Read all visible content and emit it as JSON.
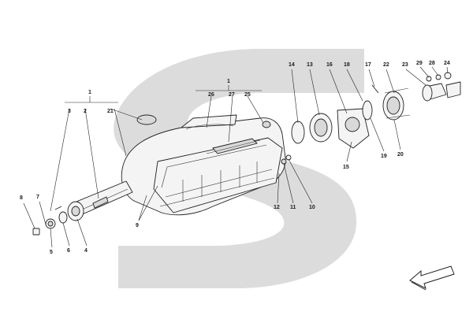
{
  "callouts": {
    "c1a": "1",
    "c1b": "1",
    "c2": "2",
    "c3": "3",
    "c4": "4",
    "c5": "5",
    "c6": "6",
    "c7": "7",
    "c8": "8",
    "c9": "9",
    "c10": "10",
    "c11": "11",
    "c12": "12",
    "c13": "13",
    "c14": "14",
    "c15": "15",
    "c16": "16",
    "c17": "17",
    "c18": "18",
    "c19": "19",
    "c20": "20",
    "c21": "21",
    "c22": "22",
    "c23": "23",
    "c24": "24",
    "c25": "25",
    "c26": "26",
    "c27": "27",
    "c28": "28",
    "c29": "29"
  },
  "watermark_icon": "stylized-s-watermark",
  "direction_icon": "direction-arrow-icon"
}
